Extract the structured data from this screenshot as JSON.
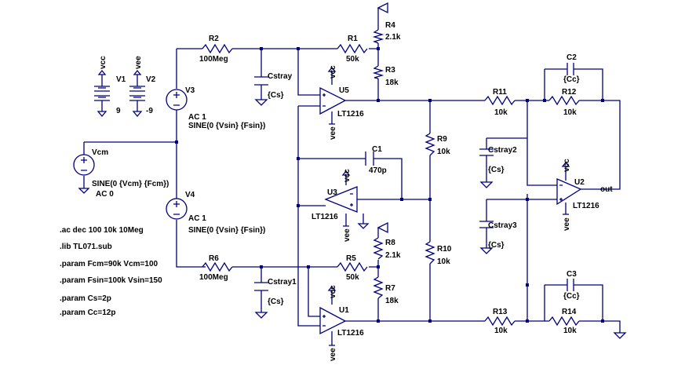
{
  "labels": {
    "R1": {
      "name": "R1",
      "value": "50k"
    },
    "R2": {
      "name": "R2",
      "value": "100Meg"
    },
    "R3": {
      "name": "R3",
      "value": "18k"
    },
    "R4": {
      "name": "R4",
      "value": "2.1k"
    },
    "R5": {
      "name": "R5",
      "value": "50k"
    },
    "R6": {
      "name": "R6",
      "value": "100Meg"
    },
    "R7": {
      "name": "R7",
      "value": "18k"
    },
    "R8": {
      "name": "R8",
      "value": "2.1k"
    },
    "R9": {
      "name": "R9",
      "value": "10k"
    },
    "R10": {
      "name": "R10",
      "value": "10k"
    },
    "R11": {
      "name": "R11",
      "value": "10k"
    },
    "R12": {
      "name": "R12",
      "value": "10k"
    },
    "R13": {
      "name": "R13",
      "value": "10k"
    },
    "R14": {
      "name": "R14",
      "value": "10k"
    },
    "C1": {
      "name": "C1",
      "value": "470p"
    },
    "C2": {
      "name": "C2",
      "value": "{Cc}"
    },
    "C3": {
      "name": "C3",
      "value": "{Cc}"
    },
    "Cstray": {
      "name": "Cstray",
      "value": "{Cs}"
    },
    "Cstray1": {
      "name": "Cstray1",
      "value": "{Cs}"
    },
    "Cstray2": {
      "name": "Cstray2",
      "value": "{Cs}"
    },
    "Cstray3": {
      "name": "Cstray3",
      "value": "{Cs}"
    },
    "U1": {
      "name": "U1",
      "part": "LT1216"
    },
    "U2": {
      "name": "U2",
      "part": "LT1216"
    },
    "U3": {
      "name": "U3",
      "part": "LT1216"
    },
    "U5": {
      "name": "U5",
      "part": "LT1216"
    },
    "V1": {
      "name": "V1",
      "value": "9"
    },
    "V2": {
      "name": "V2",
      "value": "-9"
    },
    "V3": {
      "name": "V3",
      "ac": "AC 1",
      "value": "SINE(0 {Vsin} {Fsin})"
    },
    "V4": {
      "name": "V4",
      "ac": "AC 1",
      "value": "SINE(0 {Vsin} {Fsin})"
    },
    "Vcm": {
      "name": "Vcm",
      "value": "SINE(0 {Vcm} {Fcm})",
      "ac": "AC 0"
    },
    "vcc": "vcc",
    "vee": "vee",
    "out": "out"
  },
  "directives": [
    ".ac dec 100 10k 10Meg",
    ".lib TL071.sub",
    ".param Fcm=90k Vcm=100",
    ".param Fsin=100k Vsin=150",
    ".param Cs=2p",
    ".param Cc=12p"
  ]
}
